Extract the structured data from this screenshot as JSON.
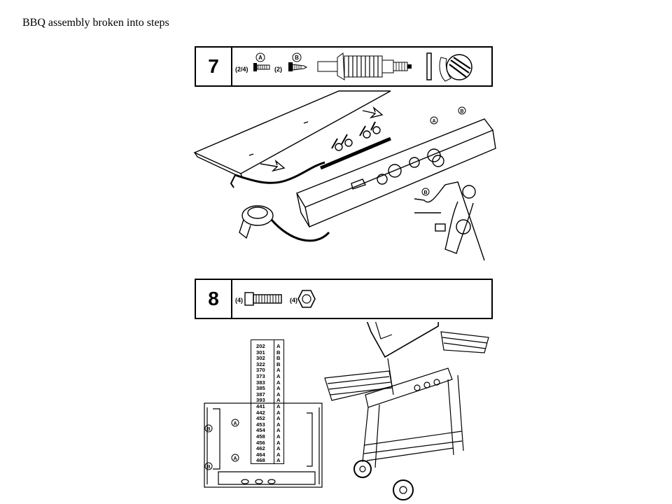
{
  "title": "BBQ assembly broken into steps",
  "steps": [
    {
      "number": "7",
      "parts": [
        {
          "qty": "(2/4)",
          "label": "A"
        },
        {
          "qty": "(2)",
          "label": "B"
        }
      ]
    },
    {
      "number": "8",
      "parts": [
        {
          "qty": "(4)"
        },
        {
          "qty": "(4)"
        }
      ]
    }
  ],
  "callouts": {
    "a": "A",
    "b": "B"
  },
  "part_list": [
    {
      "code": "202",
      "letter": "A"
    },
    {
      "code": "301",
      "letter": "B"
    },
    {
      "code": "302",
      "letter": "B"
    },
    {
      "code": "322",
      "letter": "B"
    },
    {
      "code": "370",
      "letter": "A"
    },
    {
      "code": "373",
      "letter": "A"
    },
    {
      "code": "383",
      "letter": "A"
    },
    {
      "code": "385",
      "letter": "A"
    },
    {
      "code": "387",
      "letter": "A"
    },
    {
      "code": "393",
      "letter": "A"
    },
    {
      "code": "441",
      "letter": "A"
    },
    {
      "code": "442",
      "letter": "A"
    },
    {
      "code": "452",
      "letter": "A"
    },
    {
      "code": "453",
      "letter": "A"
    },
    {
      "code": "454",
      "letter": "A"
    },
    {
      "code": "458",
      "letter": "A"
    },
    {
      "code": "456",
      "letter": "A"
    },
    {
      "code": "462",
      "letter": "A"
    },
    {
      "code": "464",
      "letter": "A"
    },
    {
      "code": "468",
      "letter": "A"
    }
  ]
}
